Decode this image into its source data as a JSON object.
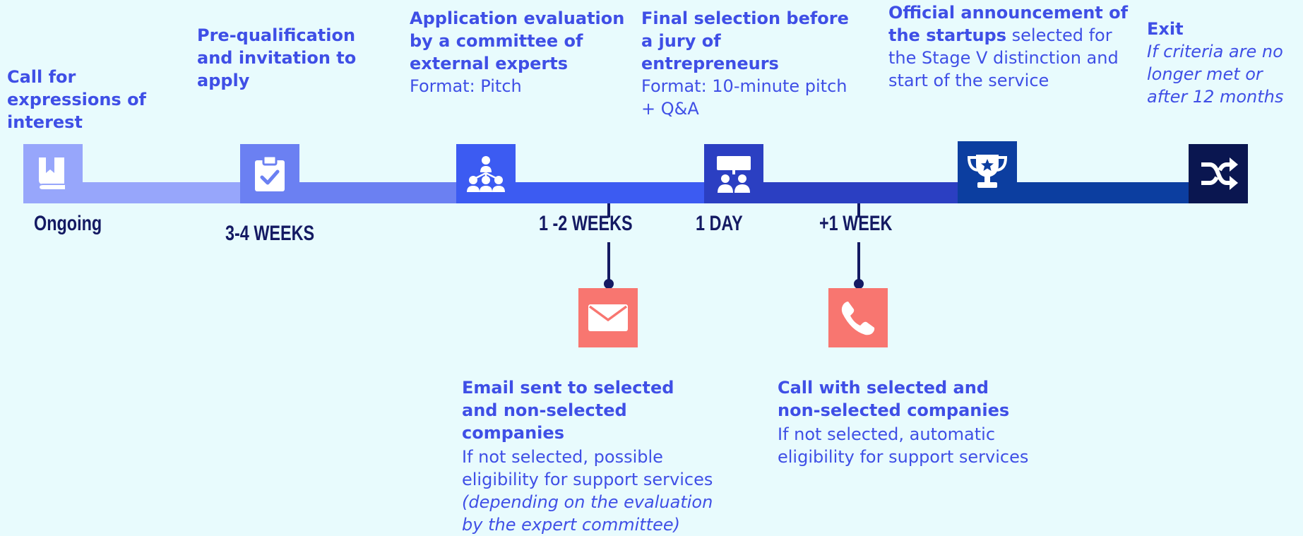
{
  "steps": [
    {
      "title": "Call for expressions of interest",
      "icon": "book-icon",
      "color": "#97a6fb"
    },
    {
      "title": "Pre-qualification and invitation to apply",
      "icon": "clipboard-check-icon",
      "color": "#6b80f2"
    },
    {
      "title": "Application evaluation by a committee of external experts",
      "detail": "Format: Pitch",
      "icon": "committee-icon",
      "color": "#3c5bf2"
    },
    {
      "title": "Final selection before a jury of entrepreneurs",
      "detail": "Format: 10-minute pitch + Q&A",
      "icon": "presentation-icon",
      "color": "#2b3fc2"
    },
    {
      "title_bold": "Official announcement of the startups",
      "title_rest": " selected for the Stage V distinction and start of the service",
      "icon": "trophy-icon",
      "color": "#0c3ea0"
    },
    {
      "title": "Exit",
      "detail": "If criteria are no longer met or after 12 months",
      "icon": "shuffle-icon",
      "color": "#0a1650"
    }
  ],
  "durations": [
    "Ongoing",
    "3-4 WEEKS",
    "1 -2 WEEKS",
    "1 DAY",
    "+1 WEEK"
  ],
  "notices": [
    {
      "title": "Email sent to selected and non-selected companies",
      "body": "If not selected, possible eligibility for support services",
      "note": "(depending on the evaluation by the expert committee)",
      "icon": "envelope-icon"
    },
    {
      "title": "Call with selected and non-selected companies",
      "body": "If not selected, automatic eligibility for support services",
      "icon": "phone-icon"
    }
  ]
}
